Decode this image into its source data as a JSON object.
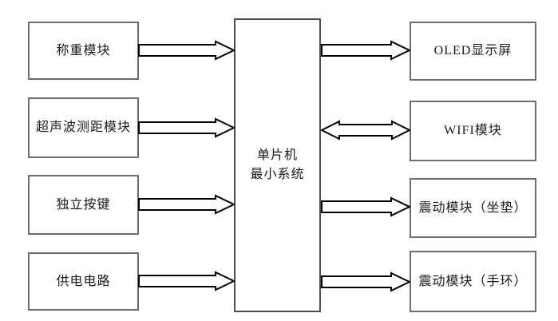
{
  "diagram": {
    "type": "block-diagram",
    "background": "#ffffff",
    "colors": {
      "box_border": "#6e6e6e",
      "center_box_border": "#4d4d4d",
      "arrow_outline": "#000000",
      "arrow_fill": "#ffffff",
      "text": "#1a1a1a"
    },
    "center_box": {
      "lines": [
        "单片机",
        "最小系统"
      ],
      "full_label": "单片机最小系统"
    },
    "left_modules": [
      {
        "label": "称重模块"
      },
      {
        "label": "超声波测距模块"
      },
      {
        "label": "独立按键"
      },
      {
        "label": "供电电路"
      }
    ],
    "right_modules": [
      {
        "label": "OLED显示屏"
      },
      {
        "label": "WIFI模块"
      },
      {
        "label": "震动模块（坐垫）"
      },
      {
        "label": "震动模块（手环）"
      }
    ],
    "connections": [
      {
        "from": "称重模块",
        "to": "单片机最小系统",
        "direction": "right"
      },
      {
        "from": "超声波测距模块",
        "to": "单片机最小系统",
        "direction": "right"
      },
      {
        "from": "独立按键",
        "to": "单片机最小系统",
        "direction": "right"
      },
      {
        "from": "供电电路",
        "to": "单片机最小系统",
        "direction": "right"
      },
      {
        "from": "单片机最小系统",
        "to": "OLED显示屏",
        "direction": "right"
      },
      {
        "from": "单片机最小系统",
        "to": "WIFI模块",
        "direction": "bidirectional"
      },
      {
        "from": "单片机最小系统",
        "to": "震动模块（坐垫）",
        "direction": "right"
      },
      {
        "from": "单片机最小系统",
        "to": "震动模块（手环）",
        "direction": "right"
      }
    ]
  }
}
